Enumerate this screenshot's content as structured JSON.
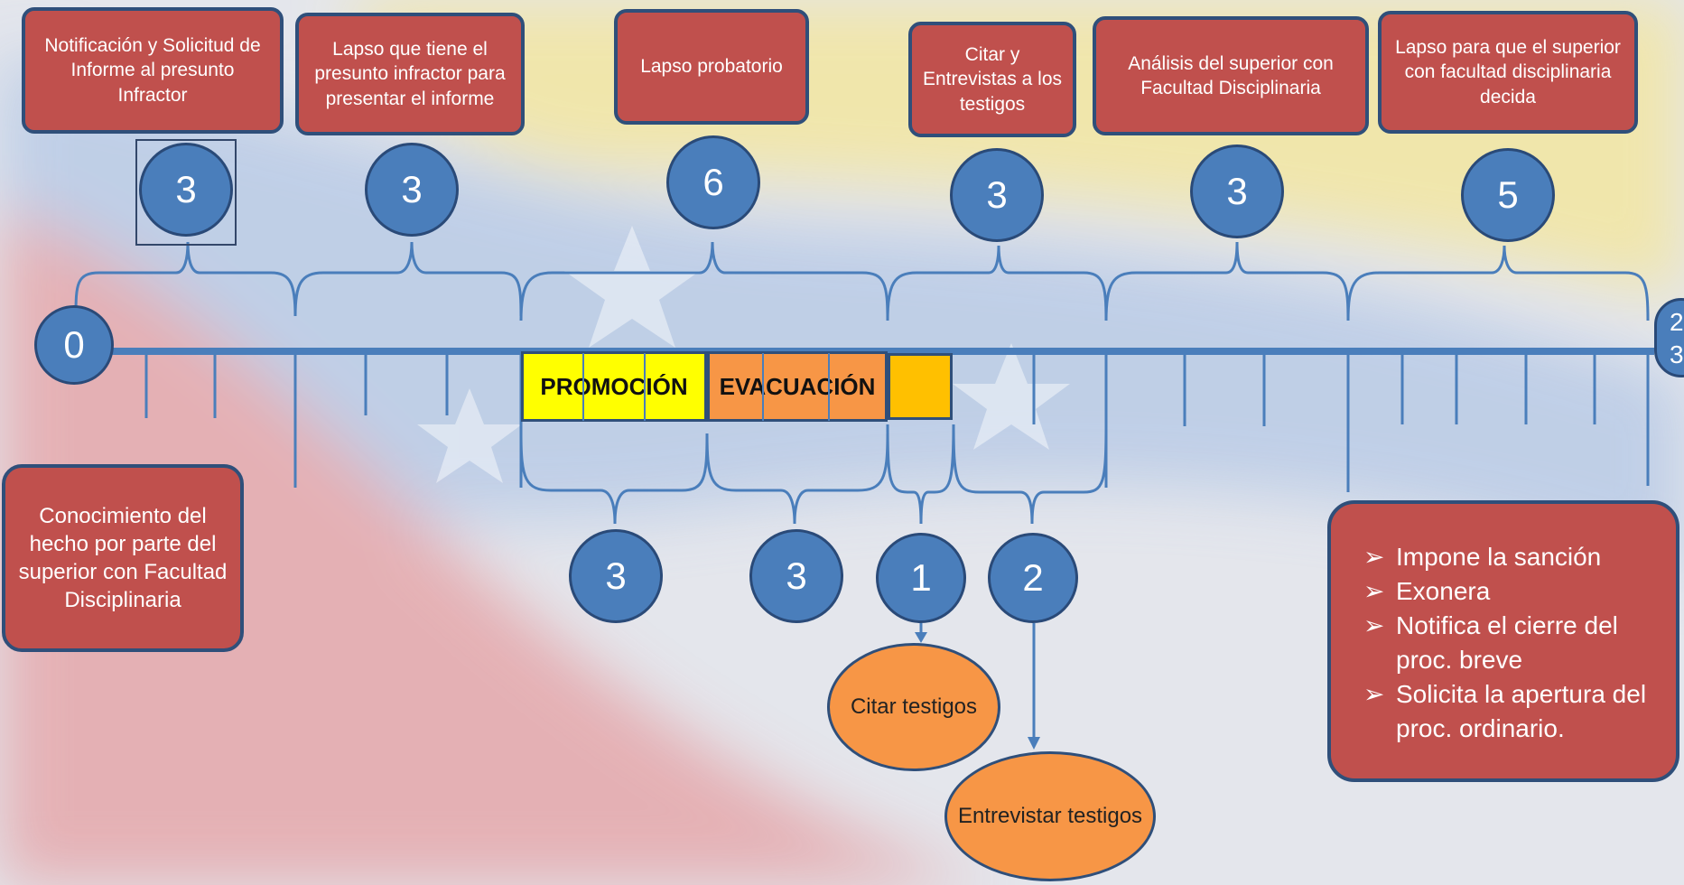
{
  "colors": {
    "box_fill": "#c0504d",
    "circle_fill": "#4a7ebb",
    "timeline": "#4a7ebb",
    "promocion": "#ffff00",
    "evacuacion": "#f79646",
    "testigos": "#ffc000",
    "oval": "#f79646"
  },
  "top_boxes": [
    {
      "text": "Notificación  y Solicitud de Informe al presunto Infractor"
    },
    {
      "text": "Lapso que tiene el presunto infractor para presentar el informe"
    },
    {
      "text": "Lapso probatorio"
    },
    {
      "text": "Citar y Entrevistas a los testigos"
    },
    {
      "text": "Análisis del superior con Facultad Disciplinaria"
    },
    {
      "text": "Lapso  para  que el superior con facultad disciplinaria decida"
    }
  ],
  "top_circles": [
    "3",
    "3",
    "6",
    "3",
    "3",
    "5"
  ],
  "start_circle": "0",
  "end_circle": "2\n3",
  "start_box": {
    "text": "Conocimiento del hecho por parte del superior con Facultad Disciplinaria"
  },
  "segments": {
    "promocion": "PROMOCIÓN",
    "evacuacion": "EVACUACIÓN"
  },
  "bottom_circles": [
    "3",
    "3",
    "1",
    "2"
  ],
  "ovals": {
    "citar": "Citar testigos",
    "entrevistar": "Entrevistar testigos"
  },
  "decision_list": [
    "Impone la sanción",
    "Exonera",
    "Notifica el cierre del proc. breve",
    "Solicita la apertura del proc. ordinario."
  ]
}
